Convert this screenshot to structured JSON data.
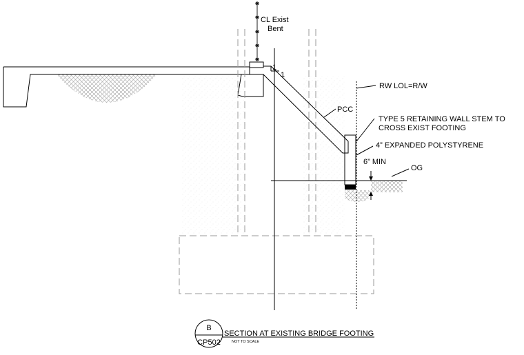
{
  "labels": {
    "centerline_line1": "CL Exist",
    "centerline_line2": "Bent",
    "row_line": "RW LOL=R/W",
    "pcc": "PCC",
    "stem_line1": "TYPE 5 RETAINING WALL STEM TO",
    "stem_line2": "CROSS EXIST FOOTING",
    "polystyrene": "4” EXPANDED POLYSTYRENE",
    "min_depth": "6” MIN",
    "og": "OG",
    "slope_rise": "1",
    "slope_run": "1"
  },
  "title_block": {
    "detail_letter": "B",
    "sheet_ref": "CP502",
    "title": "SECTION AT EXISTING BRIDGE FOOTING",
    "scale_note": "NOT TO SCALE"
  },
  "colors": {
    "linework": "#000000",
    "hidden_lines": "#9a9a9a",
    "hatch": "#a9a9a9"
  }
}
